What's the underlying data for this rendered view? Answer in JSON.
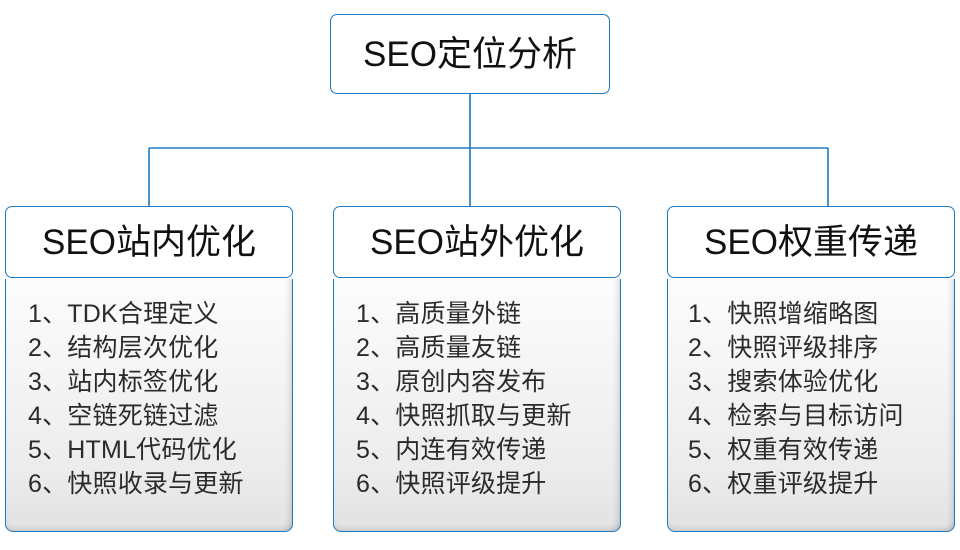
{
  "diagram": {
    "type": "org-tree",
    "accent_color": "#1f7ac4",
    "text_color": "#111111",
    "body_text_color": "#2b2b2b",
    "background": "#ffffff",
    "root": {
      "title": "SEO定位分析"
    },
    "columns": [
      {
        "title": "SEO站内优化",
        "items": [
          "1、TDK合理定义",
          "2、结构层次优化",
          "3、站内标签优化",
          "4、空链死链过滤",
          "5、HTML代码优化",
          "6、快照收录与更新"
        ]
      },
      {
        "title": "SEO站外优化",
        "items": [
          "1、高质量外链",
          "2、高质量友链",
          "3、原创内容发布",
          "4、快照抓取与更新",
          "5、内连有效传递",
          "6、快照评级提升"
        ]
      },
      {
        "title": "SEO权重传递",
        "items": [
          "1、快照增缩略图",
          "2、快照评级排序",
          "3、搜索体验优化",
          "4、检索与目标访问",
          "5、权重有效传递",
          "6、权重评级提升"
        ]
      }
    ]
  }
}
